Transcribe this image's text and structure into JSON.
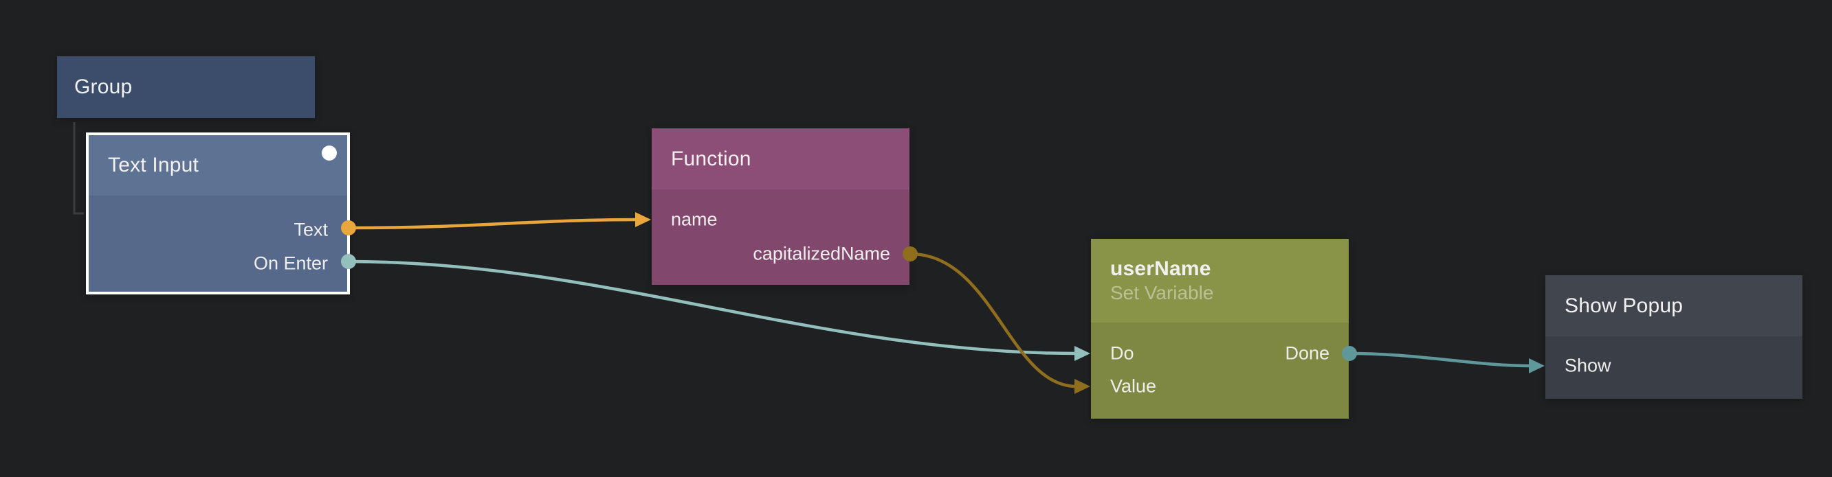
{
  "colors": {
    "background": "#1f2021",
    "group_node": "#3c4d6b",
    "text_input_header": "#5e7294",
    "text_input_body": "#57698a",
    "function_header": "#8c4e76",
    "function_body": "#82476d",
    "variable_header": "#8a9449",
    "variable_body": "#7f8842",
    "popup_header": "#41454e",
    "popup_body": "#3a3e47",
    "wire_string": "#e8a63c",
    "wire_string_dim": "#8f6e1e",
    "wire_signal": "#93bfbd",
    "wire_signal_dim": "#5f979b",
    "selection": "#ffffff"
  },
  "nodes": {
    "group": {
      "title": "Group"
    },
    "textInput": {
      "title": "Text Input",
      "selected": true,
      "outputs": [
        {
          "label": "Text",
          "type": "string"
        },
        {
          "label": "On Enter",
          "type": "signal"
        }
      ]
    },
    "function": {
      "title": "Function",
      "inputs": [
        {
          "label": "name",
          "type": "string"
        }
      ],
      "outputs": [
        {
          "label": "capitalizedName",
          "type": "string"
        }
      ]
    },
    "setVariable": {
      "title": "userName",
      "subtitle": "Set Variable",
      "inputs": [
        {
          "label": "Do",
          "type": "signal"
        },
        {
          "label": "Value",
          "type": "string"
        }
      ],
      "outputs": [
        {
          "label": "Done",
          "type": "signal"
        }
      ]
    },
    "showPopup": {
      "title": "Show Popup",
      "inputs": [
        {
          "label": "Show",
          "type": "signal"
        }
      ]
    }
  },
  "connections": [
    {
      "from": "Text Input.Text",
      "to": "Function.name",
      "type": "string",
      "highlighted": true
    },
    {
      "from": "Text Input.On Enter",
      "to": "userName.Do",
      "type": "signal",
      "highlighted": true
    },
    {
      "from": "Function.capitalizedName",
      "to": "userName.Value",
      "type": "string",
      "highlighted": false
    },
    {
      "from": "userName.Done",
      "to": "Show Popup.Show",
      "type": "signal",
      "highlighted": false
    }
  ],
  "hierarchy": [
    {
      "parent": "Group",
      "child": "Text Input"
    }
  ]
}
